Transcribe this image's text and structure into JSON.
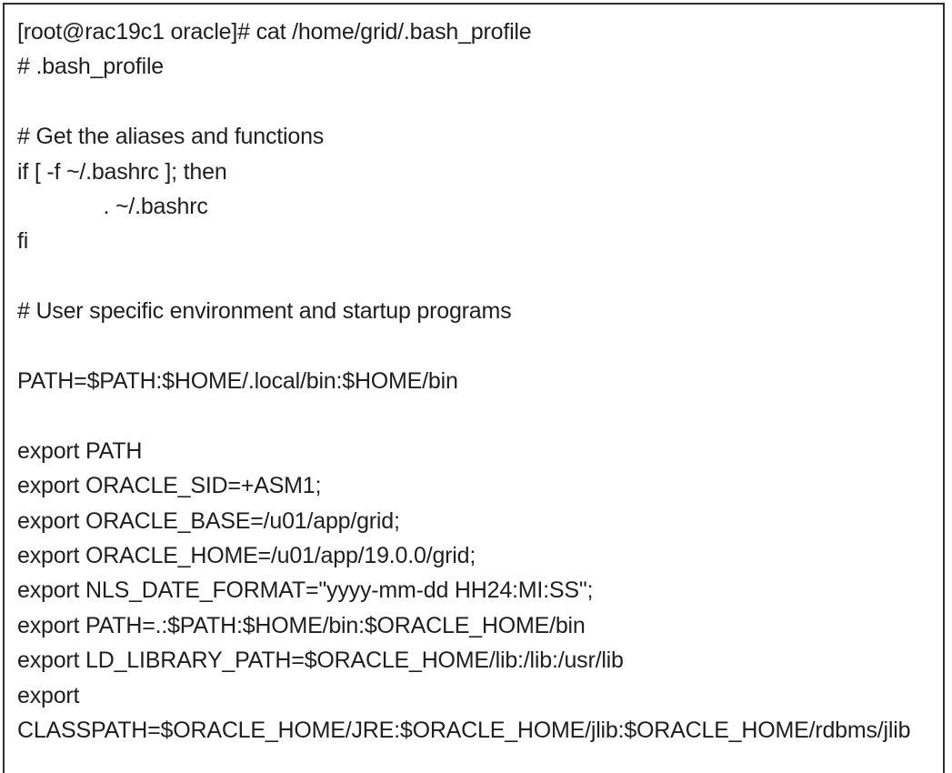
{
  "terminal": {
    "lines": [
      "[root@rac19c1 oracle]# cat /home/grid/.bash_profile",
      "# .bash_profile",
      "",
      "# Get the aliases and functions",
      "if [ -f ~/.bashrc ]; then",
      "\t. ~/.bashrc",
      "fi",
      "",
      "# User specific environment and startup programs",
      "",
      "PATH=$PATH:$HOME/.local/bin:$HOME/bin",
      "",
      "export PATH",
      "export ORACLE_SID=+ASM1;",
      "export ORACLE_BASE=/u01/app/grid;",
      "export ORACLE_HOME=/u01/app/19.0.0/grid;",
      "export NLS_DATE_FORMAT=\"yyyy-mm-dd HH24:MI:SS\";",
      "export PATH=.:$PATH:$HOME/bin:$ORACLE_HOME/bin",
      "export LD_LIBRARY_PATH=$ORACLE_HOME/lib:/lib:/usr/lib",
      "export",
      "CLASSPATH=$ORACLE_HOME/JRE:$ORACLE_HOME/jlib:$ORACLE_HOME/rdbms/jlib"
    ]
  },
  "colors": {
    "background": "#ffffff",
    "text": "#1f1f1f",
    "border": "#2e2e2e"
  }
}
